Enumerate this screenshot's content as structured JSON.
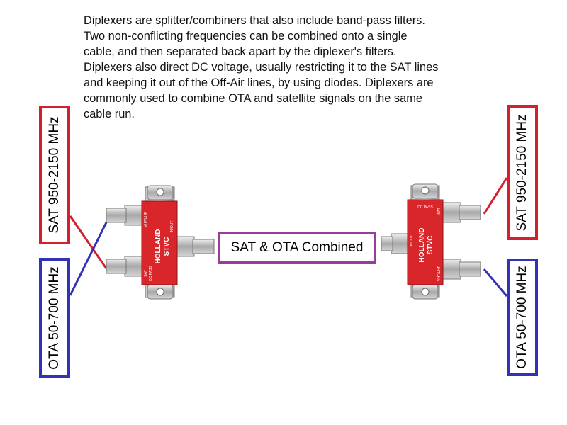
{
  "intro_text": "Diplexers are splitter/combiners that also include band-pass filters.\nTwo non-conflicting frequencies can be combined onto a single\ncable, and then separated back apart by the diplexer's filters.\nDiplexers also direct DC voltage, usually restricting it to the SAT lines\nand keeping it out of the Off-Air lines, by using diodes.  Diplexers are\ncommonly used to combine OTA and satellite signals on the same\ncable run.",
  "labels": {
    "sat_left": "SAT 950-2150 MHz",
    "ota_left": "OTA 50-700 MHz",
    "sat_right": "SAT 950-2150 MHz",
    "ota_right": "OTA 50-700 MHz",
    "combined": "SAT & OTA Combined"
  },
  "device": {
    "brand": "HOLLAND",
    "model": "STVC",
    "port_in_out": "IN/OUT",
    "port_vhf_uhf": "VHF/UHF",
    "port_sat": "SAT",
    "dc_pass": "DC PASS"
  },
  "colors": {
    "sat": "#d4202c",
    "ota": "#3232b4",
    "combined": "#9c3c9a",
    "device_body": "#d9262b"
  }
}
